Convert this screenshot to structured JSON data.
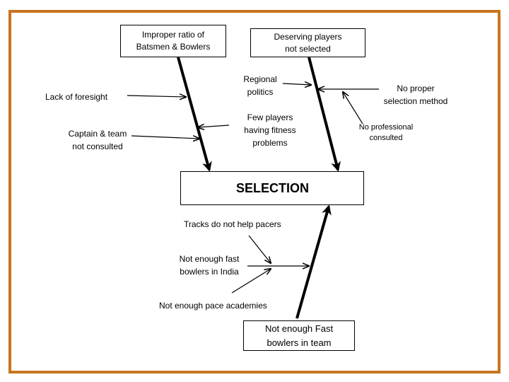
{
  "diagram": {
    "title_box": "SELECTION",
    "cause_boxes": {
      "improper_ratio": [
        "Improper ratio of",
        "Batsmen & Bowlers"
      ],
      "deserving_players": [
        "Deserving players",
        "not selected"
      ],
      "fast_bowlers": [
        "Not enough Fast",
        "bowlers in team"
      ]
    },
    "sub_causes": {
      "lack_of_foresight": "Lack of foresight",
      "captain_team": [
        "Captain & team",
        "not consulted"
      ],
      "regional_politics": [
        "Regional",
        "politics"
      ],
      "fitness": [
        "Few players",
        "having fitness",
        "problems"
      ],
      "no_proper_method": [
        "No proper",
        "selection method"
      ],
      "no_professional": [
        "No professional",
        "consulted"
      ],
      "tracks": "Tracks do not help pacers",
      "not_enough_fast_india": [
        "Not enough fast",
        "bowlers in India"
      ],
      "pace_academies": "Not enough pace academies"
    },
    "colors": {
      "frame": "#c8741e",
      "lines": "#000000"
    }
  }
}
